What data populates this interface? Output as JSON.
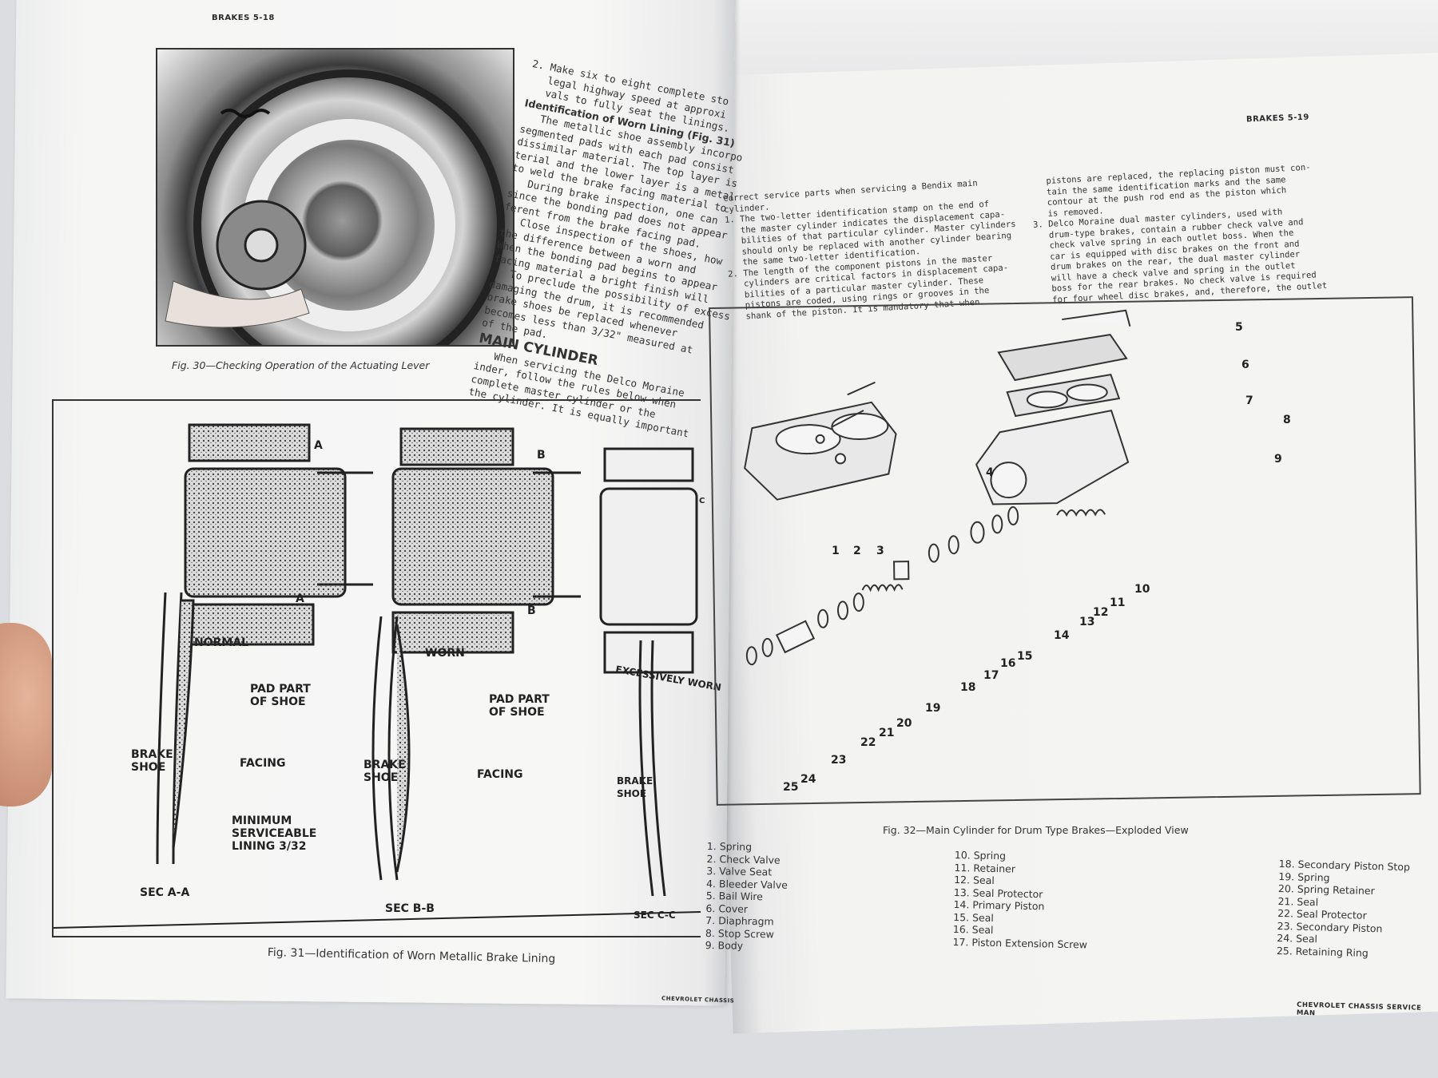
{
  "left_page": {
    "header": "BRAKES 5-18",
    "fig30_caption": "Fig. 30—Checking Operation of the Actuating Lever",
    "column_lines": [
      {
        "t": "2. Make six to eight complete sto",
        "s": ""
      },
      {
        "t": "   legal highway speed at approxi",
        "s": ""
      },
      {
        "t": "   vals to fully seat the linings.",
        "s": ""
      },
      {
        "t": "Identification of Worn Lining (Fig. 31)",
        "s": "h"
      },
      {
        "t": "   The metallic shoe assembly incorpo",
        "s": ""
      },
      {
        "t": "segmented pads with each pad consist",
        "s": ""
      },
      {
        "t": "dissimilar material. The top layer is",
        "s": ""
      },
      {
        "t": "terial and the lower layer is a metal",
        "s": ""
      },
      {
        "t": "to weld the brake facing material to",
        "s": ""
      },
      {
        "t": "   During brake inspection, one can",
        "s": ""
      },
      {
        "t": "since the bonding pad does not appear",
        "s": ""
      },
      {
        "t": "ferent from the brake facing pad.",
        "s": ""
      },
      {
        "t": "   Close inspection of the shoes, how",
        "s": ""
      },
      {
        "t": "the difference between a worn and",
        "s": ""
      },
      {
        "t": "When the bonding pad begins to appear",
        "s": ""
      },
      {
        "t": "facing material a bright finish will",
        "s": ""
      },
      {
        "t": "   To preclude the possibility of excess",
        "s": ""
      },
      {
        "t": "damaging the drum, it is recommended",
        "s": ""
      },
      {
        "t": "brake shoes be replaced whenever",
        "s": ""
      },
      {
        "t": "becomes less than 3/32\" measured at",
        "s": ""
      },
      {
        "t": "of the pad.",
        "s": ""
      },
      {
        "t": "MAIN CYLINDER",
        "s": "H"
      },
      {
        "t": "   When servicing the Delco Moraine",
        "s": ""
      },
      {
        "t": "inder, follow the rules below when",
        "s": ""
      },
      {
        "t": "complete master cylinder or the",
        "s": ""
      },
      {
        "t": "the cylinder. It is equally important",
        "s": ""
      }
    ],
    "fig31": {
      "caption": "Fig. 31—Identification of Worn Metallic Brake Lining",
      "states": [
        "NORMAL",
        "WORN",
        "EXCESSIVELY WORN"
      ],
      "section_arrows": [
        "A",
        "A",
        "B",
        "B",
        "C"
      ],
      "pad_part": "PAD PART OF SHOE",
      "brake_shoe": "BRAKE SHOE",
      "facing": "FACING",
      "minimum": "MINIMUM SERVICEABLE LINING 3/32",
      "sections": [
        "SEC A-A",
        "SEC B-B",
        "SEC C-C"
      ]
    },
    "footer": "CHEVROLET CHASSIS"
  },
  "right_page": {
    "header": "BRAKES 5-19",
    "col1_lines": [
      "correct service parts when servicing a Bendix main",
      "cylinder.",
      "1. The two-letter identification stamp on the end of",
      "   the master cylinder indicates the displacement capa-",
      "   bilities of that particular cylinder. Master cylinders",
      "   should only be replaced with another cylinder bearing",
      "   the same two-letter identification.",
      "2. The length of the component pistons in the master",
      "   cylinders are critical factors in displacement capa-",
      "   bilities of a particular master cylinder. These",
      "   pistons are coded, using rings or grooves in the",
      "   shank of the piston. It is mandatory that when"
    ],
    "col2_lines": [
      "   pistons are replaced, the replacing piston must con-",
      "   tain the same identification marks and the same",
      "   contour at the push rod end as the piston which",
      "   is removed.",
      "3. Delco Moraine dual master cylinders, used with",
      "   drum-type brakes, contain a rubber check valve and",
      "   check valve spring in each outlet boss. When the",
      "   car is equipped with disc brakes on the front and",
      "   drum brakes on the rear, the dual master cylinder",
      "   will have a check valve and spring in the outlet",
      "   boss for the rear brakes. No check valve is required",
      "   for four wheel disc brakes, and, therefore, the outlet"
    ],
    "fig32_caption": "Fig. 32—Main Cylinder for Drum Type Brakes—Exploded View",
    "callouts": [
      "1",
      "2",
      "3",
      "4",
      "5",
      "6",
      "7",
      "8",
      "9",
      "10",
      "11",
      "12",
      "13",
      "14",
      "15",
      "16",
      "17",
      "18",
      "19",
      "20",
      "21",
      "22",
      "23",
      "24",
      "25"
    ],
    "legend": [
      [
        "1. Spring",
        "2. Check Valve",
        "3. Valve Seat",
        "4. Bleeder Valve",
        "5. Bail Wire",
        "6. Cover",
        "7. Diaphragm",
        "8. Stop Screw",
        "9. Body"
      ],
      [
        "10. Spring",
        "11. Retainer",
        "12. Seal",
        "13. Seal Protector",
        "14. Primary Piston",
        "15. Seal",
        "16. Seal",
        "17. Piston Extension Screw"
      ],
      [
        "18. Secondary Piston Stop",
        "19. Spring",
        "20. Spring Retainer",
        "21. Seal",
        "22. Seal Protector",
        "23. Secondary Piston",
        "24. Seal",
        "25. Retaining Ring"
      ]
    ],
    "footer": "CHEVROLET CHASSIS SERVICE MAN"
  }
}
